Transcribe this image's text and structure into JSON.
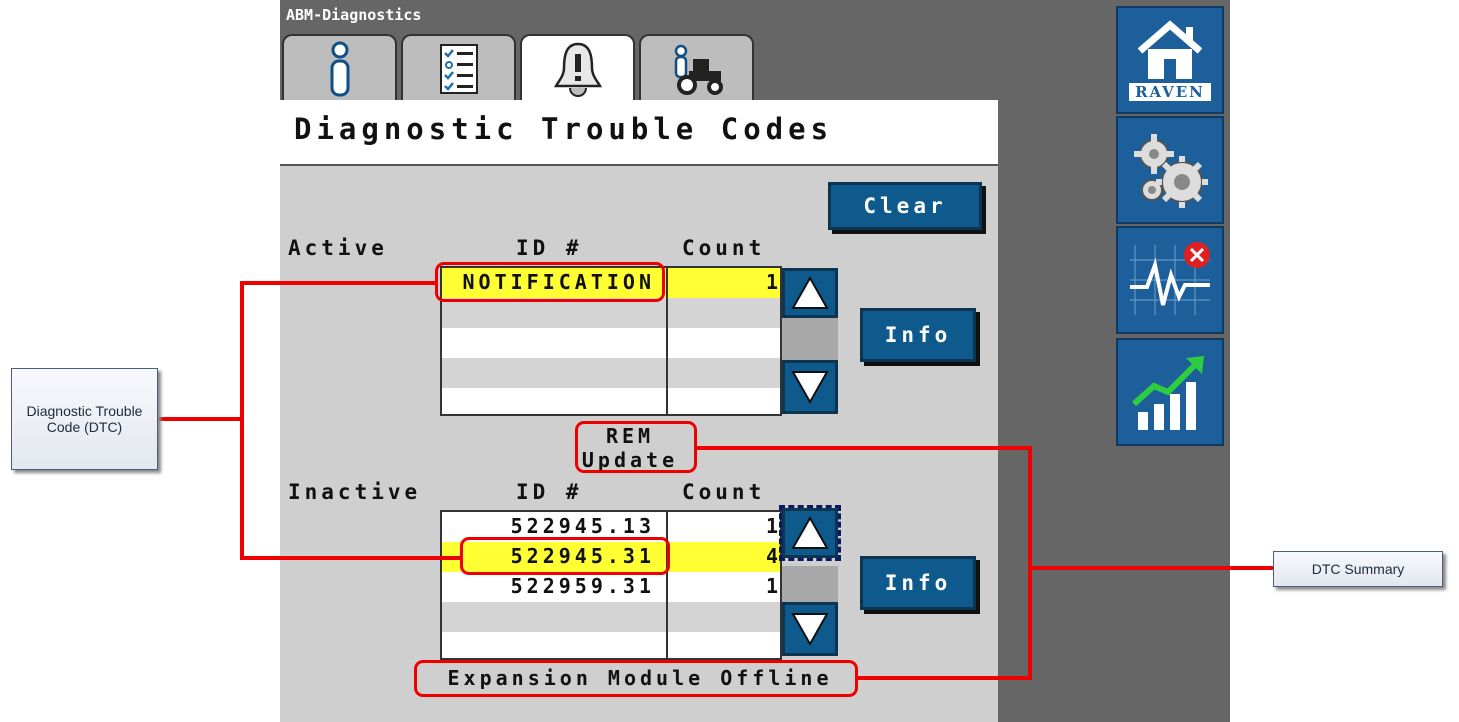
{
  "app": {
    "title": "ABM-Diagnostics"
  },
  "tabs": [
    {
      "icon": "info-icon",
      "selected": false
    },
    {
      "icon": "checklist-icon",
      "selected": false
    },
    {
      "icon": "alarm-bell-icon",
      "selected": true
    },
    {
      "icon": "operator-tractor-icon",
      "selected": false
    }
  ],
  "page": {
    "title": "Diagnostic Trouble Codes"
  },
  "clear_button": {
    "label": "Clear"
  },
  "active": {
    "section_label": "Active",
    "id_header": "ID #",
    "count_header": "Count",
    "rows": [
      {
        "id": "NOTIFICATION",
        "count": "1",
        "highlighted": true
      },
      {
        "id": "",
        "count": "",
        "highlighted": false
      },
      {
        "id": "",
        "count": "",
        "highlighted": false
      },
      {
        "id": "",
        "count": "",
        "highlighted": false
      },
      {
        "id": "",
        "count": "",
        "highlighted": false
      }
    ],
    "info_label": "Info",
    "summary_line1": "REM",
    "summary_line2": "Update"
  },
  "inactive": {
    "section_label": "Inactive",
    "id_header": "ID #",
    "count_header": "Count",
    "rows": [
      {
        "id": "522945.13",
        "count": "1",
        "highlighted": false
      },
      {
        "id": "522945.31",
        "count": "4",
        "highlighted": true
      },
      {
        "id": "522959.31",
        "count": "1",
        "highlighted": false
      },
      {
        "id": "",
        "count": "",
        "highlighted": false
      },
      {
        "id": "",
        "count": "",
        "highlighted": false
      }
    ],
    "info_label": "Info",
    "summary": "Expansion Module Offline"
  },
  "side_panel": {
    "home_logo_text": "RAVEN",
    "items": [
      {
        "icon": "home-raven-icon"
      },
      {
        "icon": "gears-icon"
      },
      {
        "icon": "alarm-waveform-icon"
      },
      {
        "icon": "rising-chart-icon"
      }
    ]
  },
  "annotations": {
    "dtc_label": "Diagnostic Trouble Code (DTC)",
    "summary_label": "DTC Summary"
  },
  "colors": {
    "terminal_bg": "#666666",
    "content_bg": "#cfcfcf",
    "button_blue": "#0f5a8c",
    "highlight_yellow": "#ffff33",
    "annotation_red": "#ee0000",
    "side_button_blue": "#1c5f9a"
  }
}
